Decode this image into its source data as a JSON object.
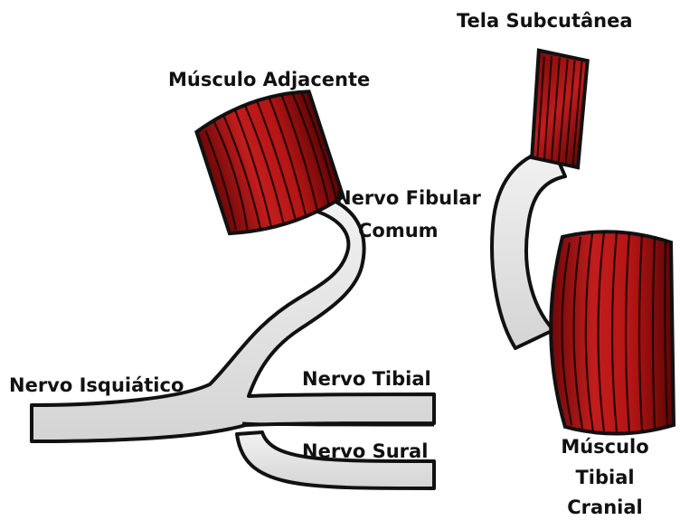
{
  "colors": {
    "nerve_fill": "#e6e6e6",
    "nerve_outline": "#111111",
    "muscle_red": "#b01818",
    "muscle_dark": "#5a0606",
    "fiber_lines": "#1a0000"
  },
  "labels": {
    "tela_subcutanea": "Tela Subcutânea",
    "musculo_adjacente": "Músculo Adjacente",
    "nervo_fibular_line1": "Nervo Fibular",
    "nervo_fibular_line2": "Comum",
    "nervo_isquiatico": "Nervo Isquiático",
    "nervo_tibial": "Nervo Tibial",
    "nervo_sural": "Nervo Sural",
    "musculo_tibial_line1": "Músculo",
    "musculo_tibial_line2": "Tibial",
    "musculo_tibial_line3": "Cranial"
  }
}
